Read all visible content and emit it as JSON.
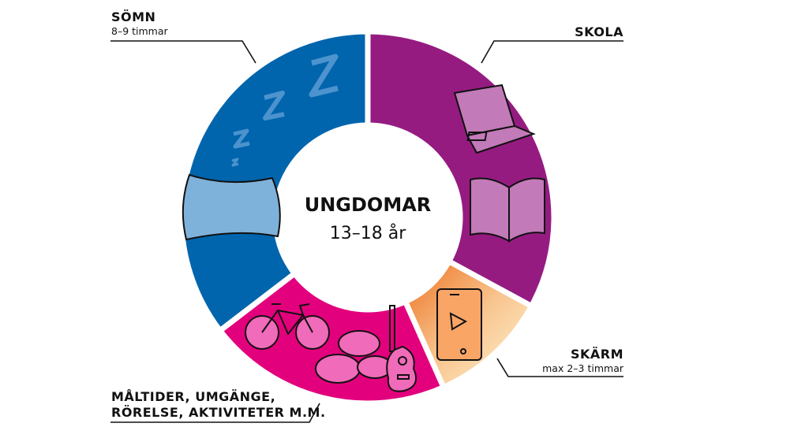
{
  "chart_data": {
    "type": "pie",
    "variant": "donut",
    "title": "UNGDOMAR",
    "subtitle": "13–18 år",
    "unit": "hours per day (estimated from segment angles)",
    "series": [
      {
        "name": "SKOLA",
        "note": "",
        "value": 7.9,
        "color": "#951b81"
      },
      {
        "name": "SKÄRM",
        "note": "max 2–3 timmar",
        "value": 2.5,
        "color": "#ee7a2a"
      },
      {
        "name": "MÅLTIDER, UMGÄNGE, RÖRELSE, AKTIVITETER M.M.",
        "note": "",
        "value": 5.1,
        "color": "#e3007d"
      },
      {
        "name": "SÖMN",
        "note": "8–9 timmar",
        "value": 8.5,
        "color": "#0065ad"
      }
    ]
  },
  "labels": {
    "somn_title": "SÖMN",
    "somn_note": "8–9 timmar",
    "skola_title": "SKOLA",
    "skarm_title": "SKÄRM",
    "skarm_note": "max 2–3 timmar",
    "other_line1": "MÅLTIDER, UMGÄNGE,",
    "other_line2": "RÖRELSE, AKTIVITETER M.M."
  },
  "icons": [
    "zzz-icon",
    "pillow-icon",
    "laptop-icon",
    "book-icon",
    "phone-play-icon",
    "bicycle-icon",
    "speech-bubbles-icon",
    "guitar-icon"
  ]
}
